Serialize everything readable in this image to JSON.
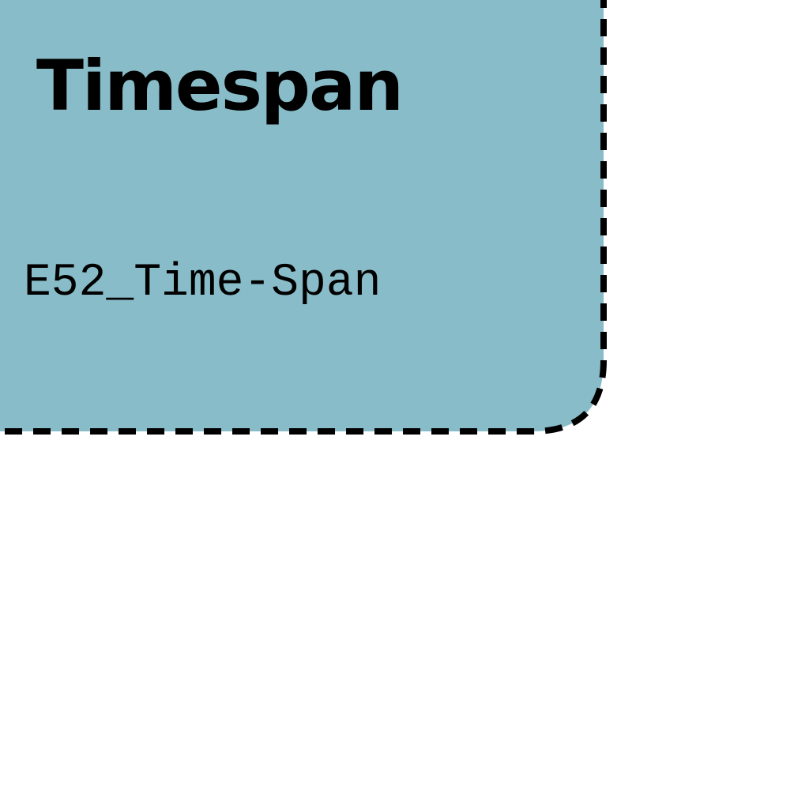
{
  "node": {
    "title": "Timespan",
    "class_code": "E52_Time-Span",
    "fill_color": "#88bcc8",
    "border_color": "#000000",
    "border_style": "dashed"
  }
}
